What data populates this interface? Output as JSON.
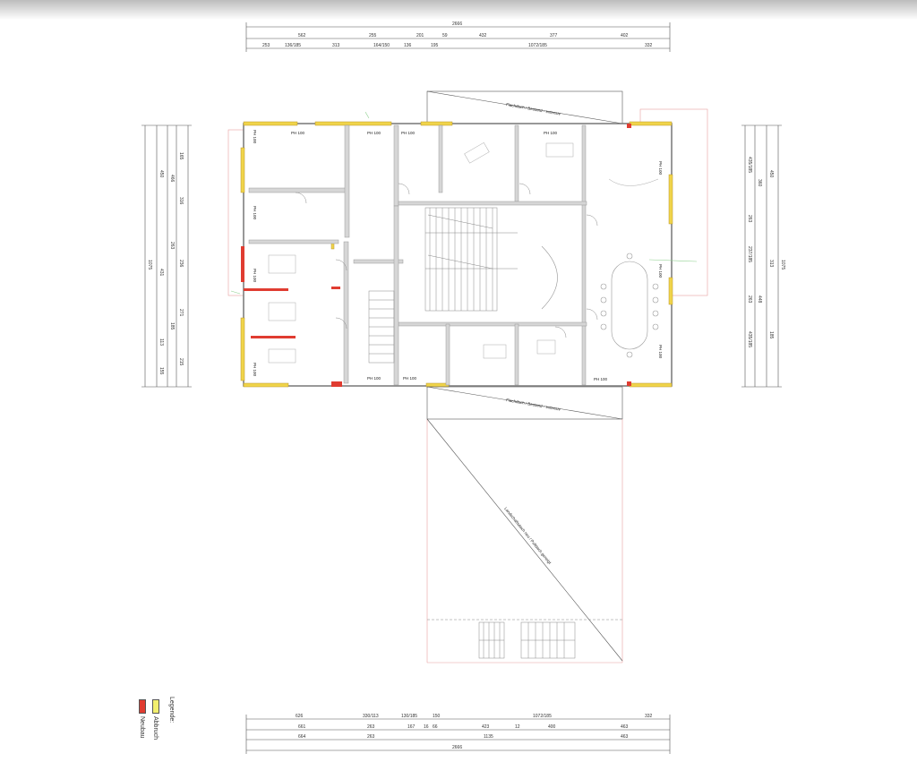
{
  "drawing": {
    "type": "architectural floor plan",
    "room_tag": "PH 100",
    "roof_top_label": "Flachdach / Bestand - extensiv",
    "roof_bottom_label": "Flachdach / Bestand - extensiv",
    "diagonal_label": "Landschaftsdach neu / Pultdach geneigt"
  },
  "dimensions": {
    "top": {
      "overall": "2666",
      "row2": [
        "562",
        "255",
        "201",
        "59",
        "432",
        "377",
        "402"
      ],
      "row3": [
        "253",
        "136/185",
        "313",
        "164/150",
        "136",
        "195",
        "1072/185",
        "332"
      ]
    },
    "bottom": {
      "row1": [
        "626",
        "330/113",
        "130/185",
        "150",
        "1072/185",
        "332"
      ],
      "row2": [
        "661",
        "263",
        "167",
        "16",
        "66",
        "423",
        "12",
        "400",
        "463"
      ],
      "row3": [
        "664",
        "263",
        "1135",
        "463"
      ],
      "overall": "2666"
    },
    "left": {
      "overall": "1075",
      "col2": [
        "450",
        "431",
        "113",
        "155"
      ],
      "col3": [
        "466",
        "263",
        "185"
      ],
      "col4": [
        "165",
        "316",
        "236",
        "271",
        "215"
      ]
    },
    "right": {
      "overall": "1075",
      "col1": [
        "450",
        "313",
        "185"
      ],
      "col2": [
        "360",
        "448"
      ],
      "col3": [
        "435/185",
        "263",
        "237/185",
        "263",
        "435/185"
      ]
    }
  },
  "legend": {
    "title": "Legende:",
    "items": [
      {
        "label": "Abbruch",
        "color": "#f2ef6e"
      },
      {
        "label": "Neubau",
        "color": "#e03c31"
      }
    ]
  },
  "colors": {
    "existing_wall": "#d6d6d6",
    "demolition": "#f0d44a",
    "new_build": "#e03c31",
    "site_line": "#e8a0a0",
    "green_annot": "#8fd08f"
  }
}
